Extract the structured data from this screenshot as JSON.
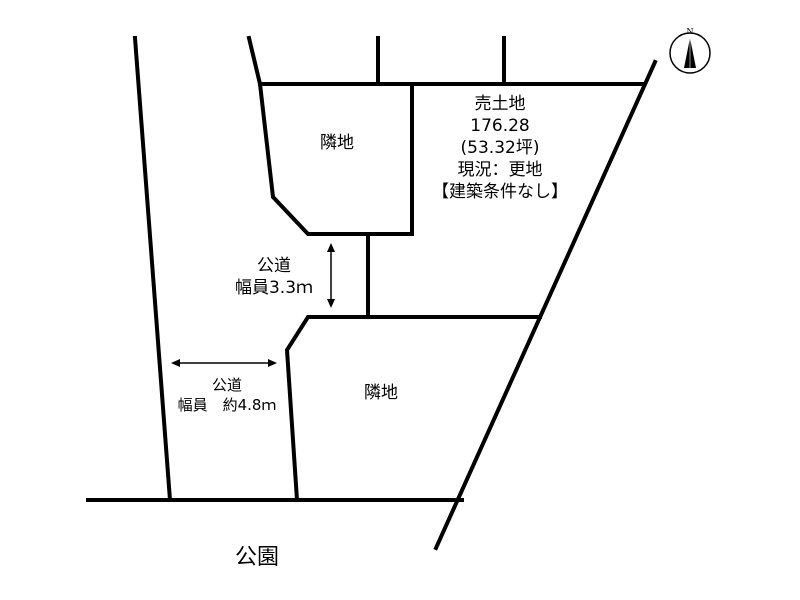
{
  "sale_lot": {
    "title": "売土地",
    "area": "176.28",
    "area_tsubo": "(53.32坪)",
    "status": "現況：更地",
    "condition": "【建築条件なし】"
  },
  "neighbor_labels": {
    "upper": "隣地",
    "lower": "隣地"
  },
  "road_inner": {
    "name": "公道",
    "width": "幅員3.3ｍ"
  },
  "road_left": {
    "name": "公道",
    "width": "幅員　約4.8ｍ"
  },
  "park_label": "公園",
  "compass": {
    "label": "N"
  }
}
